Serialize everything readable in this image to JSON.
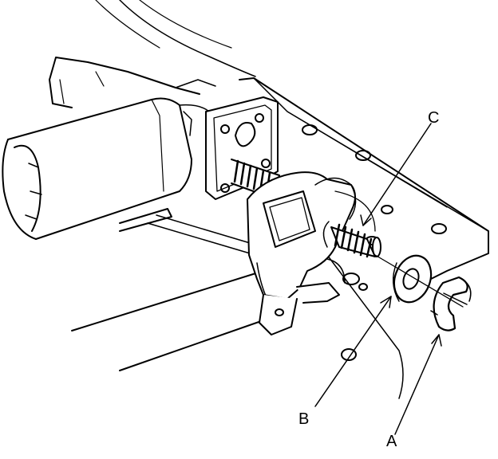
{
  "callouts": {
    "a": "A",
    "b": "B",
    "c": "C"
  },
  "colors": {
    "line": "#000000",
    "fill": "#ffffff",
    "dark": "#222222"
  },
  "icons": {
    "shaft": "shaft-icon",
    "washer": "washer-icon",
    "clip": "clip-icon",
    "bolt": "bolt-icon"
  }
}
